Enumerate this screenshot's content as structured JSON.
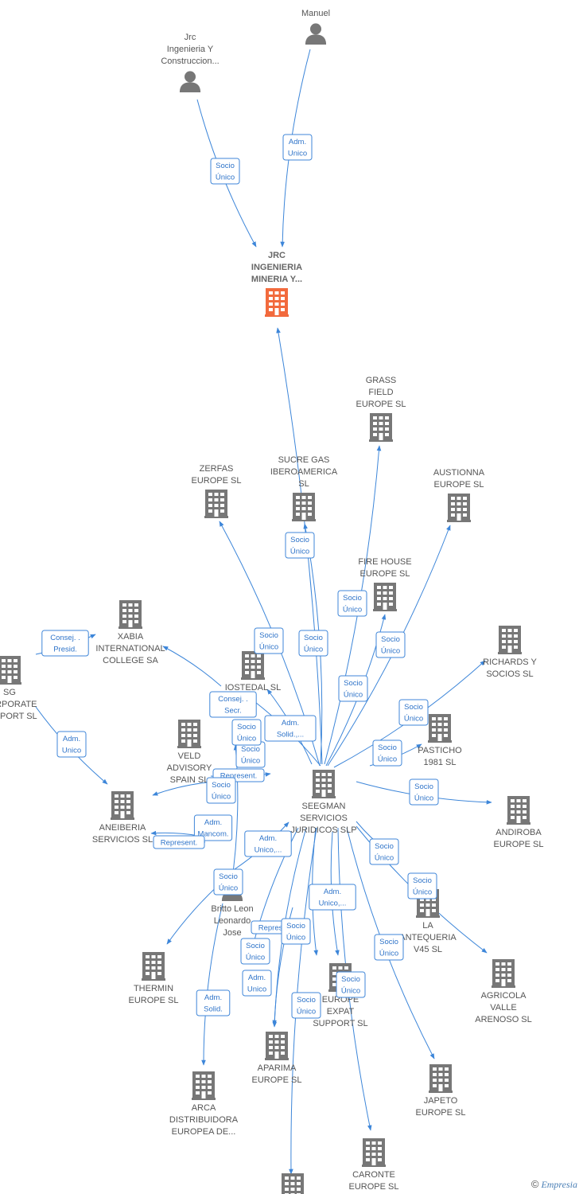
{
  "colors": {
    "edge": "#3d86d9",
    "building": "#777777",
    "main_building": "#f26a3d",
    "person": "#777777"
  },
  "nodes": [
    {
      "id": "manuel",
      "type": "person",
      "lines": [
        "Manuel"
      ]
    },
    {
      "id": "jrc",
      "type": "person",
      "lines": [
        "Jrc",
        "Ingenieria Y",
        "Construccion..."
      ]
    },
    {
      "id": "main",
      "type": "main",
      "lines": [
        "JRC",
        "INGENIERIA",
        "MINERIA Y..."
      ]
    },
    {
      "id": "grass",
      "type": "building",
      "lines": [
        "GRASS",
        "FIELD",
        "EUROPE SL"
      ]
    },
    {
      "id": "zerfas",
      "type": "building",
      "lines": [
        "ZERFAS",
        "EUROPE SL"
      ]
    },
    {
      "id": "sucre",
      "type": "building",
      "lines": [
        "SUCRE GAS",
        "IBEROAMERICA",
        "SL"
      ]
    },
    {
      "id": "austionna",
      "type": "building",
      "lines": [
        "AUSTIONNA",
        "EUROPE SL"
      ]
    },
    {
      "id": "firehouse",
      "type": "building",
      "lines": [
        "FIRE HOUSE",
        "EUROPE SL"
      ]
    },
    {
      "id": "xabia",
      "type": "building",
      "lines": [
        "XABIA",
        "INTERNATIONAL",
        "COLLEGE SA"
      ]
    },
    {
      "id": "sg",
      "type": "building",
      "lines": [
        "SG",
        "CORPORATE",
        "SUPPORT SL"
      ]
    },
    {
      "id": "iostedal",
      "type": "building",
      "lines": [
        "IOSTEDAL SL"
      ]
    },
    {
      "id": "richards",
      "type": "building",
      "lines": [
        "RICHARDS Y",
        "SOCIOS SL"
      ]
    },
    {
      "id": "veld",
      "type": "building",
      "lines": [
        "VELD",
        "ADVISORY",
        "SPAIN SL"
      ]
    },
    {
      "id": "pasticho",
      "type": "building",
      "lines": [
        "PASTICHO",
        "1981 SL"
      ]
    },
    {
      "id": "seegman",
      "type": "building",
      "lines": [
        "SEEGMAN",
        "SERVICIOS",
        "JURIDICOS SLP"
      ]
    },
    {
      "id": "aneiberia",
      "type": "building",
      "lines": [
        "ANEIBERIA",
        "SERVICIOS SL"
      ]
    },
    {
      "id": "andiroba",
      "type": "building",
      "lines": [
        "ANDIROBA",
        "EUROPE SL"
      ]
    },
    {
      "id": "britto",
      "type": "person",
      "lines": [
        "Britto Leon",
        "Leonardo",
        "Jose"
      ]
    },
    {
      "id": "laantequeria",
      "type": "building",
      "lines": [
        "LA",
        "ANTEQUERIA",
        "V45 SL"
      ]
    },
    {
      "id": "agricola",
      "type": "building",
      "lines": [
        "AGRICOLA",
        "VALLE",
        "ARENOSO SL"
      ]
    },
    {
      "id": "thermin",
      "type": "building",
      "lines": [
        "THERMIN",
        "EUROPE SL"
      ]
    },
    {
      "id": "europeexpat",
      "type": "building",
      "lines": [
        "EUROPE",
        "EXPAT",
        "SUPPORT SL"
      ]
    },
    {
      "id": "aparima",
      "type": "building",
      "lines": [
        "APARIMA",
        "EUROPE SL"
      ]
    },
    {
      "id": "japeto",
      "type": "building",
      "lines": [
        "JAPETO",
        "EUROPE SL"
      ]
    },
    {
      "id": "arca",
      "type": "building",
      "lines": [
        "ARCA",
        "DISTRIBUIDORA",
        "EUROPEA DE..."
      ]
    },
    {
      "id": "caronte",
      "type": "building",
      "lines": [
        "CARONTE",
        "EUROPE SL"
      ]
    },
    {
      "id": "bottom",
      "type": "building",
      "lines": []
    }
  ],
  "edges": [
    {
      "lines": [
        "Socio",
        "Único"
      ]
    },
    {
      "lines": [
        "Adm.",
        "Unico"
      ]
    },
    {
      "lines": [
        "Socio",
        "Único"
      ]
    },
    {
      "lines": [
        "Socio",
        "Único"
      ]
    },
    {
      "lines": [
        "Socio",
        "Único"
      ]
    },
    {
      "lines": [
        "Socio",
        "Único"
      ]
    },
    {
      "lines": [
        "Socio",
        "Único"
      ]
    },
    {
      "lines": [
        "Socio",
        "Único"
      ]
    },
    {
      "lines": [
        "Socio",
        "Único"
      ]
    },
    {
      "lines": [
        "Consej. .",
        "Presid."
      ]
    },
    {
      "lines": [
        "Adm.",
        "Unico"
      ]
    },
    {
      "lines": [
        "Consej. .",
        "Secr."
      ]
    },
    {
      "lines": [
        "Adm.",
        "Solid.,..."
      ]
    },
    {
      "lines": [
        "Socio",
        "Único"
      ]
    },
    {
      "lines": [
        "Socio",
        "Único"
      ]
    },
    {
      "lines": [
        "Socio",
        "Único"
      ]
    },
    {
      "lines": [
        "Represent."
      ]
    },
    {
      "lines": [
        "Socio",
        "Único"
      ]
    },
    {
      "lines": [
        "Socio",
        "Único"
      ]
    },
    {
      "lines": [
        "Adm.",
        "Mancom."
      ]
    },
    {
      "lines": [
        "Represent."
      ]
    },
    {
      "lines": [
        "Adm.",
        "Unico,..."
      ]
    },
    {
      "lines": [
        "Socio",
        "Único"
      ]
    },
    {
      "lines": [
        "Socio",
        "Único"
      ]
    },
    {
      "lines": [
        "Socio",
        "Único"
      ]
    },
    {
      "lines": [
        "Adm.",
        "Unico,..."
      ]
    },
    {
      "lines": [
        "Represent."
      ]
    },
    {
      "lines": [
        "Socio",
        "Único"
      ]
    },
    {
      "lines": [
        "Socio",
        "Único"
      ]
    },
    {
      "lines": [
        "Socio",
        "Único"
      ]
    },
    {
      "lines": [
        "Adm.",
        "Unico"
      ]
    },
    {
      "lines": [
        "Socio",
        "Único"
      ]
    },
    {
      "lines": [
        "Socio",
        "Único"
      ]
    },
    {
      "lines": [
        "Adm.",
        "Solid."
      ]
    }
  ],
  "footer": {
    "copyright": "©",
    "brand": "Empresia"
  }
}
